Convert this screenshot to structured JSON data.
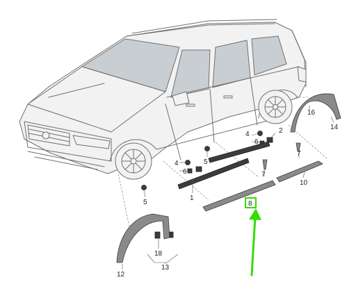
{
  "callouts": {
    "c1": "1",
    "c2": "2",
    "c4a": "4",
    "c4b": "4",
    "c5a": "5",
    "c5b": "5",
    "c6a": "6",
    "c6b": "6",
    "c7a": "7",
    "c7b": "7",
    "c8": "8",
    "c10": "10",
    "c12": "12",
    "c13": "13",
    "c14": "14",
    "c16": "16",
    "c18": "18"
  },
  "colors": {
    "highlight": "#33dd00",
    "part": "#8a8a8a",
    "body": "#f2f2f2",
    "glass": "#c9ced3"
  },
  "highlighted_part": "8"
}
